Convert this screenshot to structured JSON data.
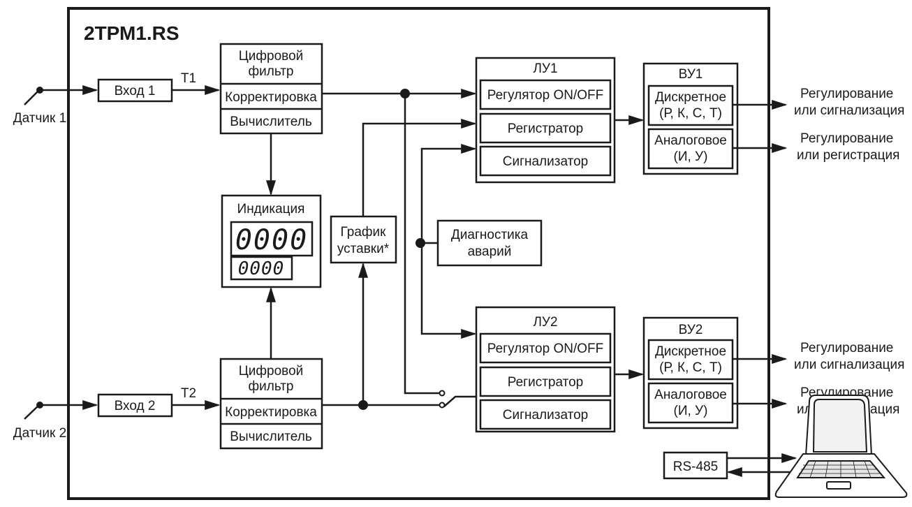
{
  "device_title": "2ТРМ1.RS",
  "sensors": {
    "s1": "Датчик 1",
    "s2": "Датчик 2"
  },
  "inputs": {
    "in1": "Вход 1",
    "in2": "Вход 2",
    "t1": "Т1",
    "t2": "Т2"
  },
  "processing": {
    "filter_line1": "Цифровой",
    "filter_line2": "фильтр",
    "correction": "Корректировка",
    "calculator": "Вычислитель"
  },
  "indication": {
    "label": "Индикация",
    "display_top": "0000",
    "display_bottom": "0000"
  },
  "setpoint_graph": {
    "line1": "График",
    "line2": "уставки*"
  },
  "diagnostics": {
    "line1": "Диагностика",
    "line2": "аварий"
  },
  "logic_units": {
    "lu1": "ЛУ1",
    "lu2": "ЛУ2",
    "regulator": "Регулятор ON/OFF",
    "recorder": "Регистратор",
    "alarm": "Сигнализатор"
  },
  "output_units": {
    "vu1": "ВУ1",
    "vu2": "ВУ2",
    "discrete_line1": "Дискретное",
    "discrete_line2": "(Р, К, С, Т)",
    "analog_line1": "Аналоговое",
    "analog_line2": "(И, У)"
  },
  "outputs": {
    "discrete_line1": "Регулирование",
    "discrete_line2": "или сигнализация",
    "analog_line1": "Регулирование",
    "analog_line2": "или регистрация"
  },
  "interface": {
    "rs485": "RS-485",
    "laptop_icon": "laptop-icon"
  }
}
